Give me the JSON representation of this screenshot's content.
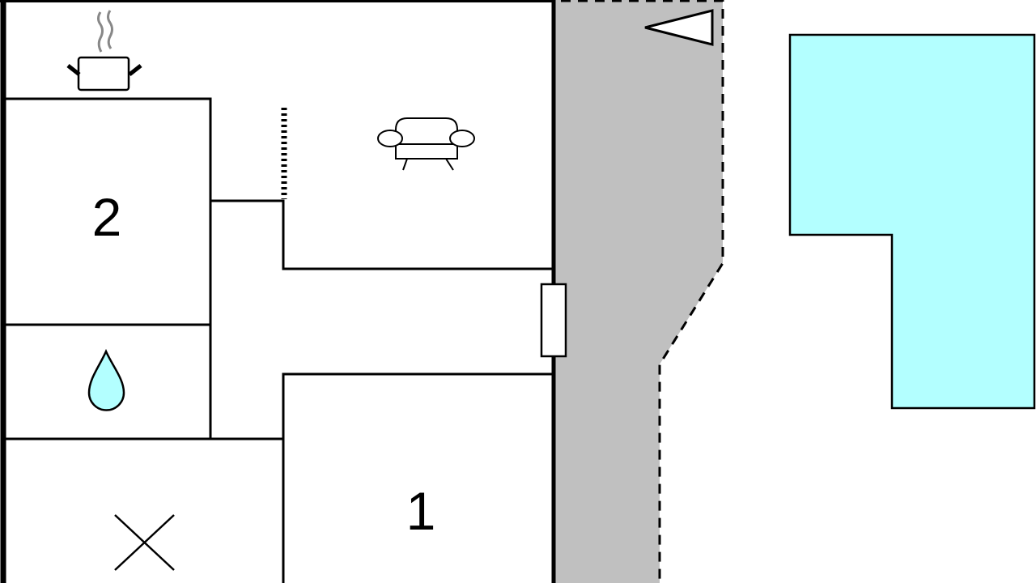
{
  "floorplan": {
    "rooms": [
      {
        "id": "bedroom-2",
        "label": "2"
      },
      {
        "id": "bedroom-1",
        "label": "1"
      }
    ],
    "icons": [
      "kitchen-pot-icon",
      "sofa-icon",
      "water-drop-icon",
      "cross-icon",
      "north-triangle-icon",
      "door-icon"
    ],
    "colors": {
      "terrace": "#c0c0c0",
      "pool": "#b3ffff",
      "water": "#b3ffff",
      "walls": "#000000"
    }
  }
}
